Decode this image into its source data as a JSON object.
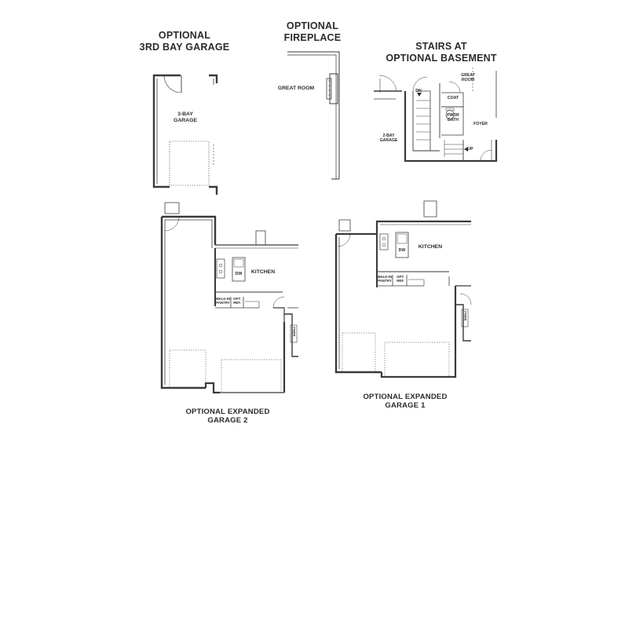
{
  "panels": {
    "third_bay": {
      "title_line1": "OPTIONAL",
      "title_line2": "3RD BAY GARAGE",
      "room": [
        "3-BAY",
        "GARAGE"
      ]
    },
    "fireplace": {
      "title_line1": "OPTIONAL",
      "title_line2": "FIREPLACE",
      "room": "GREAT ROOM"
    },
    "basement": {
      "title_line1": "STAIRS AT",
      "title_line2": "OPTIONAL BASEMENT",
      "great_room": [
        "GREAT",
        "ROOM"
      ],
      "coat": "COAT",
      "dn": "DN",
      "pwdr_bath": [
        "PWDR",
        "BATH"
      ],
      "foyer": "FOYER",
      "garage": [
        "2-BAY",
        "GARAGE"
      ],
      "up": "UP"
    },
    "expanded2": {
      "caption_line1": "OPTIONAL EXPANDED",
      "caption_line2": "GARAGE 2",
      "kitchen": "KITCHEN",
      "dw": "DW",
      "pantry": [
        "WALK-IN",
        "PANTRY"
      ],
      "ref": [
        "OPT.",
        "REF."
      ],
      "pwdr": "PWDR"
    },
    "expanded1": {
      "caption_line1": "OPTIONAL EXPANDED",
      "caption_line2": "GARAGE 1",
      "kitchen": "KITCHEN",
      "dw": "DW",
      "pantry": [
        "WALK-IN",
        "PANTRY"
      ],
      "ref": [
        "OPT.",
        "REF."
      ],
      "pwdr": "PWDR"
    }
  }
}
